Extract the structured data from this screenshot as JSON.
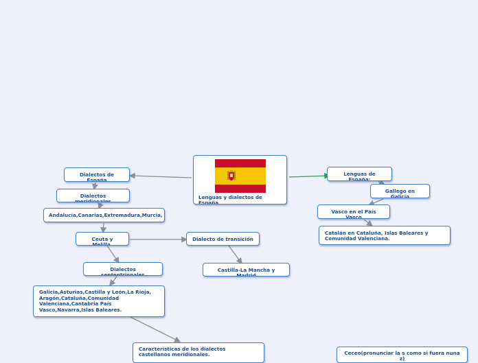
{
  "diagram": {
    "central_node": {
      "label": "Lenguas y dialectos de España",
      "image": "spain-flag"
    },
    "nodes": {
      "dialectos_espana": "Dialectos de España",
      "dialectos_meridionales": "Dialectos meridionales",
      "andalucia": "Andalucía,Canarias,Extremadura,Murcia,",
      "ceuta_melilla": "Ceuta y Melilla.",
      "dialecto_transicion": "Dialecto de transición",
      "castilla_mancha": "Castilla-La Mancha y Madrid",
      "dialectos_septentrionales": "Dialectos septentrionales",
      "galicia_asturias": "Galicia,Asturias,Castilla y León,La Rioja, Aragón,Cataluña,Comunidad Valenciana,Cantabria País Vasco,Navarra,Islas Baleares.",
      "caracteristicas": "Características de los dialectos castellanos meridionales.",
      "lenguas_espana": "Lenguas de España:",
      "gallego": "Gallego en Galicia",
      "vasco": "Vasco en el País Vasco",
      "catalan": "Catalán en Cataluña, Islas Baleares y Comunidad Valenciana.",
      "ceceo": "Ceceo(pronunciar la s como si fuera nuna z)"
    },
    "colors": {
      "background": "#eef1fc",
      "node_border": "#3f7fc6",
      "node_text": "#1d4b91",
      "connector": "#8a8f99",
      "accent_connector": "#2aa04a",
      "flag_red": "#c8102e",
      "flag_yellow": "#f7c600"
    }
  }
}
